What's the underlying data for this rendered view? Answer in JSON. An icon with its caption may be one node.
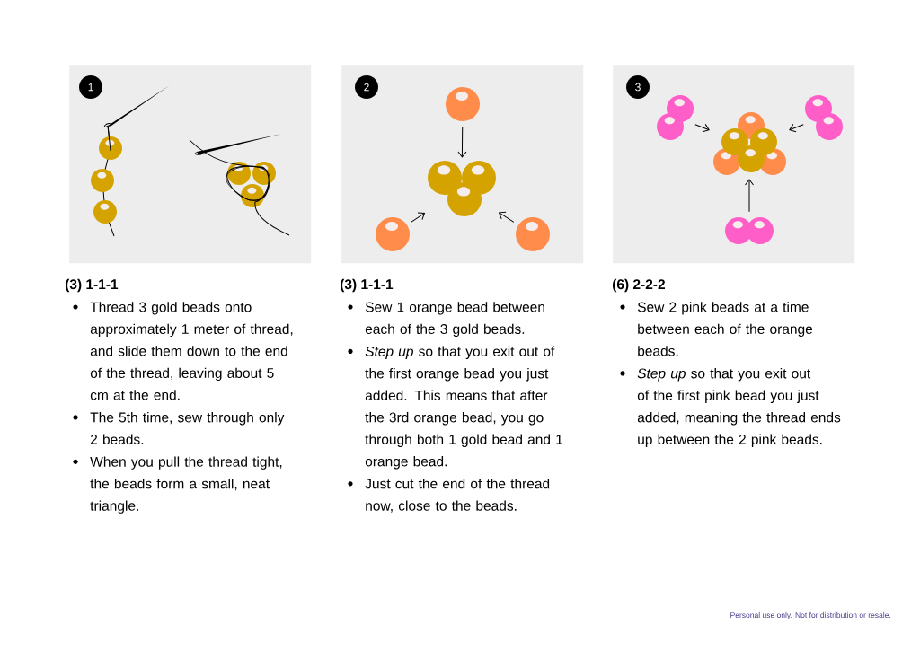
{
  "diagram": {
    "nodes": [
      {
        "text": [],
        "shape": "box"
      },
      {
        "text": [
          "1"
        ],
        "in": 0
      },
      {
        "text": [],
        "shape": "box"
      },
      {
        "text": [
          "2"
        ],
        "in": 2
      },
      {
        "text": [],
        "shape": "circle",
        "in": 2
      },
      {
        "text": [],
        "shape": "picture",
        "in": 2
      },
      {
        "text": [],
        "shape": "circle",
        "in": 2
      },
      {
        "text": [],
        "shape": "circle",
        "in": 2
      },
      {
        "text": [],
        "shape": "box"
      },
      {
        "text": [
          "3"
        ],
        "in": 8
      },
      {
        "text": [],
        "shape": "picture",
        "in": 8
      },
      {
        "text": [],
        "shape": "picture",
        "in": 8
      },
      {
        "text": [],
        "shape": "picture",
        "in": 8
      },
      {
        "text": [],
        "shape": "picture",
        "in": 8
      }
    ],
    "edges": [
      {
        "from": 4,
        "to": 5,
        "arrow": "to"
      },
      {
        "from": 6,
        "to": 5,
        "arrow": "to"
      },
      {
        "from": 7,
        "to": 5,
        "arrow": "to"
      },
      {
        "from": 10,
        "to": 12,
        "arrow": "to"
      },
      {
        "from": 11,
        "to": 12,
        "arrow": "to"
      },
      {
        "from": 13,
        "to": 12,
        "arrow": "to"
      }
    ],
    "labels": [
      "(3) 1-1-1",
      "Thread 3 gold beads onto approximately 1 meter of thread, and slide them down to the end of the thread, leaving about 5 cm at the end.",
      "The 5th time, sew through only 2 beads.",
      "When you pull the thread tight, the beads form a small, neat triangle.",
      "(3) 1-1-1",
      "Sew 1 orange bead between each of the 3 gold beads.",
      "*Step up* so that you exit out of the first orange bead you just added. This means that after the 3rd orange bead, you go through both 1 gold bead and 1 orange bead.",
      "Just cut the end of the thread now, close to the beads.",
      "(6) 2-2-2",
      "Sew 2 pink beads at a time between each of the orange beads.",
      "*Step up* so that you exit out of the first pink bead you just added, meaning the thread ends up between the 2 pink beads.",
      "Personal use only. Not for distribution or resale."
    ]
  }
}
